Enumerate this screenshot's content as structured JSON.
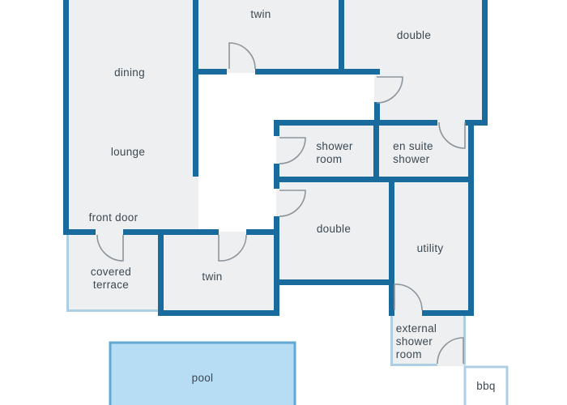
{
  "rooms": {
    "dining": {
      "label": "dining"
    },
    "lounge": {
      "label": "lounge"
    },
    "twin_top": {
      "label": "twin"
    },
    "double_top": {
      "label": "double"
    },
    "shower_room": {
      "label": "shower\nroom"
    },
    "en_suite_shower": {
      "label": "en suite\nshower"
    },
    "double_mid": {
      "label": "double"
    },
    "utility": {
      "label": "utility"
    },
    "front_door": {
      "label": "front door"
    },
    "covered_terrace": {
      "label": "covered\nterrace"
    },
    "twin_bottom": {
      "label": "twin"
    },
    "external_shower_room": {
      "label": "external\nshower\nroom"
    },
    "pool": {
      "label": "pool"
    },
    "bbq": {
      "label": "bbq"
    }
  },
  "colors": {
    "wall": "#1a6b9d",
    "room_fill": "#edeff1",
    "door_swing": "#8d959c",
    "pool_fill": "#b6ddf4",
    "pool_border": "#62a8d4",
    "outdoor_border": "#aecfe3",
    "label_text": "#3c4852"
  }
}
